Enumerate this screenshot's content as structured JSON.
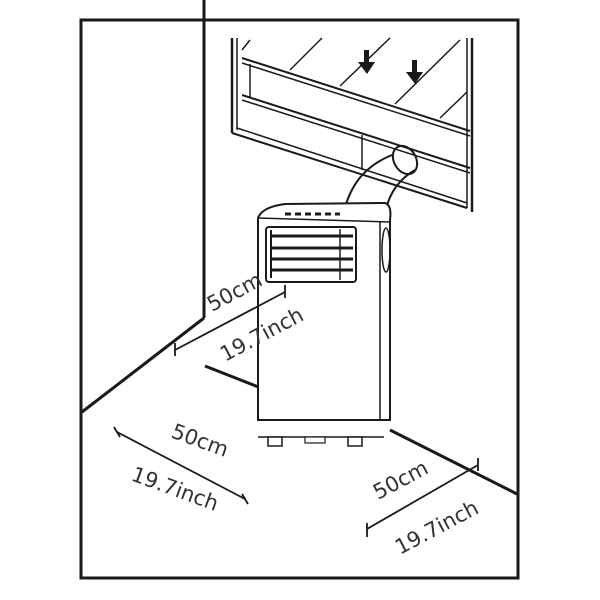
{
  "diagram": {
    "subject": "portable air conditioner clearance installation",
    "colors": {
      "line": "#1a1a1a",
      "text": "#333333",
      "background": "#ffffff"
    },
    "labels": {
      "left_wall_cm": "50cm",
      "left_wall_inch": "19.7inch",
      "front_left_cm": "50cm",
      "front_left_inch": "19.7inch",
      "right_wall_cm": "50cm",
      "right_wall_inch": "19.7inch"
    },
    "elements": [
      "room corner",
      "window with slider kit",
      "exhaust hose",
      "portable AC unit",
      "floor clearance markers"
    ]
  }
}
